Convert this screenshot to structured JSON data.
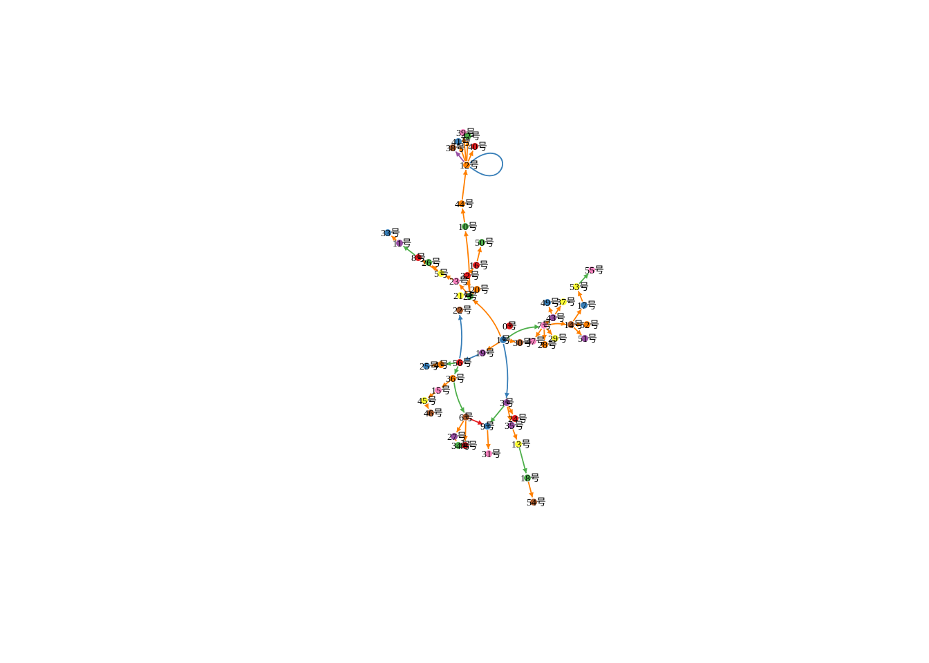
{
  "graph": {
    "nodes": [
      {
        "id": "0",
        "label": "0号",
        "color": "#e41a1c"
      },
      {
        "id": "1",
        "label": "1号",
        "color": "#377eb8"
      },
      {
        "id": "2",
        "label": "2号",
        "color": "#4daf4a"
      },
      {
        "id": "3",
        "label": "3号",
        "color": "#984ea3"
      },
      {
        "id": "4",
        "label": "4号",
        "color": "#ff7f00"
      },
      {
        "id": "5",
        "label": "5号",
        "color": "#ffff33"
      },
      {
        "id": "6",
        "label": "6号",
        "color": "#a65628"
      },
      {
        "id": "7",
        "label": "7号",
        "color": "#f781bf"
      },
      {
        "id": "8",
        "label": "8号",
        "color": "#e41a1c"
      },
      {
        "id": "9",
        "label": "9号",
        "color": "#377eb8"
      },
      {
        "id": "10",
        "label": "10号",
        "color": "#4daf4a"
      },
      {
        "id": "11",
        "label": "11号",
        "color": "#984ea3"
      },
      {
        "id": "12",
        "label": "12号",
        "color": "#ff7f00"
      },
      {
        "id": "13",
        "label": "13号",
        "color": "#ffff33"
      },
      {
        "id": "14",
        "label": "14号",
        "color": "#a65628"
      },
      {
        "id": "15",
        "label": "15号",
        "color": "#f781bf"
      },
      {
        "id": "16",
        "label": "16号",
        "color": "#e41a1c"
      },
      {
        "id": "17",
        "label": "17号",
        "color": "#377eb8"
      },
      {
        "id": "18",
        "label": "18号",
        "color": "#4daf4a"
      },
      {
        "id": "19",
        "label": "19号",
        "color": "#984ea3"
      },
      {
        "id": "20",
        "label": "20号",
        "color": "#ff7f00"
      },
      {
        "id": "21",
        "label": "21号",
        "color": "#ffff33"
      },
      {
        "id": "22",
        "label": "22号",
        "color": "#a65628"
      },
      {
        "id": "23",
        "label": "23号",
        "color": "#f781bf"
      },
      {
        "id": "24",
        "label": "24号",
        "color": "#e41a1c"
      },
      {
        "id": "25",
        "label": "25号",
        "color": "#377eb8"
      },
      {
        "id": "26",
        "label": "26号",
        "color": "#4daf4a"
      },
      {
        "id": "27",
        "label": "27号",
        "color": "#984ea3"
      },
      {
        "id": "28",
        "label": "28号",
        "color": "#ff7f00"
      },
      {
        "id": "29",
        "label": "29号",
        "color": "#ffff33"
      },
      {
        "id": "30",
        "label": "30号",
        "color": "#a65628"
      },
      {
        "id": "31",
        "label": "31号",
        "color": "#f781bf"
      },
      {
        "id": "32",
        "label": "32号",
        "color": "#e41a1c"
      },
      {
        "id": "33",
        "label": "33号",
        "color": "#377eb8"
      },
      {
        "id": "34",
        "label": "34号",
        "color": "#4daf4a"
      },
      {
        "id": "35",
        "label": "35号",
        "color": "#984ea3"
      },
      {
        "id": "36",
        "label": "36号",
        "color": "#ff7f00"
      },
      {
        "id": "37",
        "label": "37号",
        "color": "#ffff33"
      },
      {
        "id": "38",
        "label": "38号",
        "color": "#a65628"
      },
      {
        "id": "39",
        "label": "39号",
        "color": "#f781bf"
      },
      {
        "id": "40",
        "label": "40号",
        "color": "#e41a1c"
      },
      {
        "id": "41",
        "label": "41号",
        "color": "#377eb8"
      },
      {
        "id": "42",
        "label": "42号",
        "color": "#4daf4a"
      },
      {
        "id": "43",
        "label": "43号",
        "color": "#984ea3"
      },
      {
        "id": "44",
        "label": "44号",
        "color": "#ff7f00"
      },
      {
        "id": "45",
        "label": "45号",
        "color": "#ffff33"
      },
      {
        "id": "46",
        "label": "46号",
        "color": "#a65628"
      },
      {
        "id": "47",
        "label": "47号",
        "color": "#f781bf"
      },
      {
        "id": "48",
        "label": "48号",
        "color": "#e41a1c"
      },
      {
        "id": "49",
        "label": "49号",
        "color": "#377eb8"
      },
      {
        "id": "50",
        "label": "50号",
        "color": "#4daf4a"
      },
      {
        "id": "51",
        "label": "51号",
        "color": "#984ea3"
      },
      {
        "id": "52",
        "label": "52号",
        "color": "#ff7f00"
      },
      {
        "id": "53",
        "label": "53号",
        "color": "#ffff33"
      },
      {
        "id": "54",
        "label": "54号",
        "color": "#a65628"
      },
      {
        "id": "55",
        "label": "55号",
        "color": "#f781bf"
      },
      {
        "id": "56",
        "label": "56号",
        "color": "#e41a1c"
      }
    ],
    "edges": [
      {
        "from": "1",
        "to": "2",
        "color": "#ff7f00"
      },
      {
        "from": "1",
        "to": "3",
        "color": "#377eb8"
      },
      {
        "from": "1",
        "to": "7",
        "color": "#4daf4a"
      },
      {
        "from": "1",
        "to": "30",
        "color": "#ff7f00"
      },
      {
        "from": "1",
        "to": "19",
        "color": "#ff7f00"
      },
      {
        "from": "19",
        "to": "56",
        "color": "#377eb8"
      },
      {
        "from": "56",
        "to": "22",
        "color": "#377eb8"
      },
      {
        "from": "56",
        "to": "4",
        "color": "#4daf4a"
      },
      {
        "from": "4",
        "to": "25",
        "color": "#ff7f00"
      },
      {
        "from": "56",
        "to": "36",
        "color": "#4daf4a"
      },
      {
        "from": "36",
        "to": "15",
        "color": "#ff7f00"
      },
      {
        "from": "36",
        "to": "6",
        "color": "#4daf4a"
      },
      {
        "from": "15",
        "to": "45",
        "color": "#ff7f00"
      },
      {
        "from": "45",
        "to": "46",
        "color": "#ff7f00"
      },
      {
        "from": "6",
        "to": "9",
        "color": "#e41a1c"
      },
      {
        "from": "6",
        "to": "27",
        "color": "#ff7f00"
      },
      {
        "from": "6",
        "to": "48",
        "color": "#ff7f00"
      },
      {
        "from": "27",
        "to": "34",
        "color": "#ff7f00"
      },
      {
        "from": "9",
        "to": "31",
        "color": "#ff7f00"
      },
      {
        "from": "3",
        "to": "9",
        "color": "#4daf4a"
      },
      {
        "from": "3",
        "to": "24",
        "color": "#ff7f00"
      },
      {
        "from": "3",
        "to": "35",
        "color": "#ff7f00"
      },
      {
        "from": "35",
        "to": "13",
        "color": "#ff7f00"
      },
      {
        "from": "13",
        "to": "18",
        "color": "#4daf4a"
      },
      {
        "from": "18",
        "to": "54",
        "color": "#ff7f00"
      },
      {
        "from": "2",
        "to": "21",
        "color": "#ff7f00"
      },
      {
        "from": "2",
        "to": "20",
        "color": "#ff7f00"
      },
      {
        "from": "2",
        "to": "32",
        "color": "#ff7f00"
      },
      {
        "from": "2",
        "to": "23",
        "color": "#ff7f00"
      },
      {
        "from": "2",
        "to": "10",
        "color": "#ff7f00"
      },
      {
        "from": "32",
        "to": "16",
        "color": "#ff7f00"
      },
      {
        "from": "16",
        "to": "50",
        "color": "#ff7f00"
      },
      {
        "from": "23",
        "to": "5",
        "color": "#ff7f00"
      },
      {
        "from": "5",
        "to": "26",
        "color": "#ff7f00"
      },
      {
        "from": "5",
        "to": "8",
        "color": "#ff7f00"
      },
      {
        "from": "8",
        "to": "11",
        "color": "#4daf4a"
      },
      {
        "from": "11",
        "to": "33",
        "color": "#ff7f00"
      },
      {
        "from": "10",
        "to": "44",
        "color": "#ff7f00"
      },
      {
        "from": "44",
        "to": "12",
        "color": "#ff7f00"
      },
      {
        "from": "12",
        "to": "38",
        "color": "#984ea3"
      },
      {
        "from": "12",
        "to": "41",
        "color": "#ff7f00"
      },
      {
        "from": "12",
        "to": "39",
        "color": "#ff7f00"
      },
      {
        "from": "12",
        "to": "42",
        "color": "#ff7f00"
      },
      {
        "from": "12",
        "to": "40",
        "color": "#ff7f00"
      },
      {
        "from": "12",
        "to": "12",
        "color": "#377eb8"
      },
      {
        "from": "7",
        "to": "47",
        "color": "#ff7f00"
      },
      {
        "from": "7",
        "to": "43",
        "color": "#ff7f00"
      },
      {
        "from": "7",
        "to": "28",
        "color": "#ff7f00"
      },
      {
        "from": "7",
        "to": "29",
        "color": "#ff7f00"
      },
      {
        "from": "7",
        "to": "14",
        "color": "#ff7f00"
      },
      {
        "from": "43",
        "to": "49",
        "color": "#ff7f00"
      },
      {
        "from": "43",
        "to": "37",
        "color": "#ff7f00"
      },
      {
        "from": "14",
        "to": "52",
        "color": "#ff7f00"
      },
      {
        "from": "14",
        "to": "51",
        "color": "#ff7f00"
      },
      {
        "from": "14",
        "to": "17",
        "color": "#ff7f00"
      },
      {
        "from": "17",
        "to": "53",
        "color": "#ff7f00"
      },
      {
        "from": "53",
        "to": "55",
        "color": "#4daf4a"
      }
    ]
  }
}
